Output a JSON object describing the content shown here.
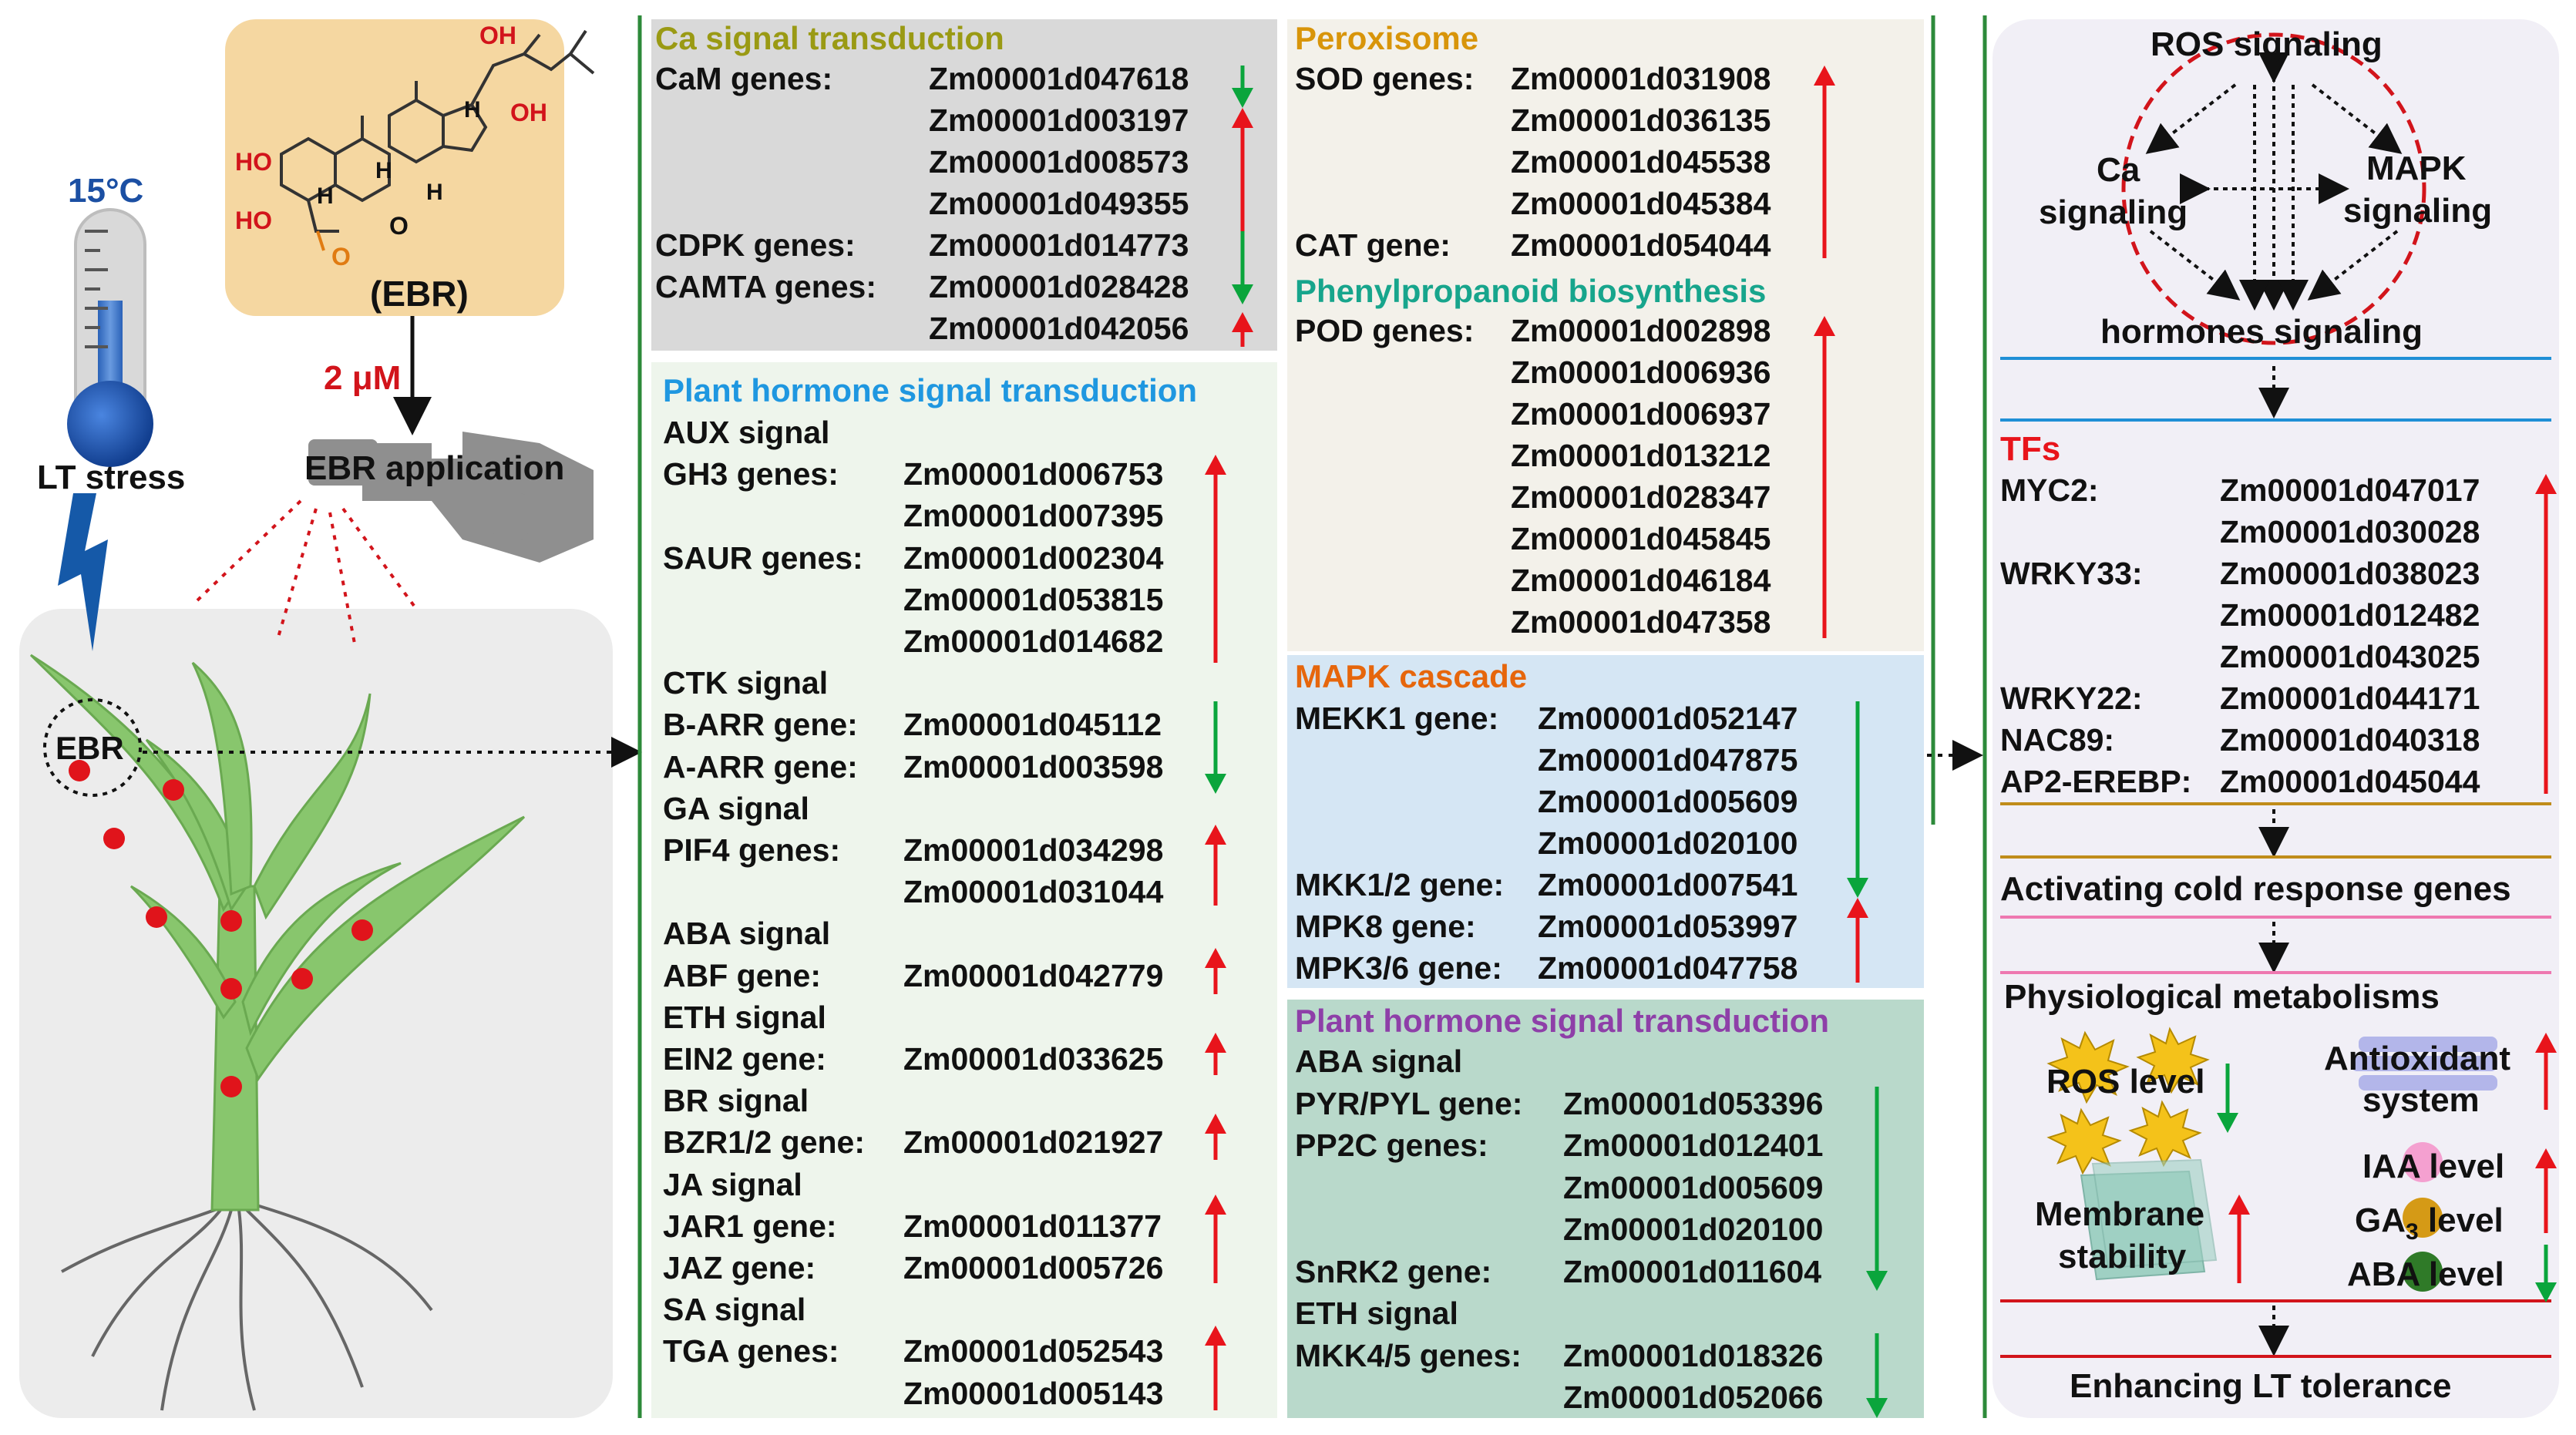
{
  "colors": {
    "up": "#e8141b",
    "down": "#0aa53c",
    "ca_title": "#9a9a14",
    "plant_hormone_1": "#1f97e0",
    "peroxisome": "#d8950a",
    "phenylpropanoid": "#17a58c",
    "mapk": "#e6660c",
    "plant_hormone_2": "#8e3fa8",
    "tfs": "#e8141b",
    "temp": "#1b4fa3",
    "ebr_dose": "#d2141b"
  },
  "left": {
    "temperature": "15°C",
    "lt_stress": "LT stress",
    "ebr_name": "(EBR)",
    "dose": "2 μM",
    "application": "EBR application",
    "leaf_label": "EBR",
    "molecule": {
      "oh1": "OH",
      "oh2": "OH",
      "ho1": "HO",
      "ho2": "HO",
      "h1": "H",
      "h2": "H",
      "h3": "H",
      "h4": "H",
      "o1": "O",
      "o2": "O"
    }
  },
  "col2": {
    "ca": {
      "title": "Ca signal transduction",
      "rows": [
        {
          "name": "CaM genes:",
          "id": "Zm00001d047618"
        },
        {
          "name": "",
          "id": "Zm00001d003197"
        },
        {
          "name": "",
          "id": "Zm00001d008573"
        },
        {
          "name": "",
          "id": "Zm00001d049355"
        },
        {
          "name": "CDPK genes:",
          "id": "Zm00001d014773"
        },
        {
          "name": "CAMTA genes:",
          "id": "Zm00001d028428"
        },
        {
          "name": "",
          "id": "Zm00001d042056"
        }
      ]
    },
    "ph": {
      "title": "Plant hormone signal transduction",
      "rows": [
        {
          "name": "AUX signal",
          "id": ""
        },
        {
          "name": "GH3 genes:",
          "id": "Zm00001d006753"
        },
        {
          "name": "",
          "id": "Zm00001d007395"
        },
        {
          "name": "SAUR genes:",
          "id": "Zm00001d002304"
        },
        {
          "name": "",
          "id": "Zm00001d053815"
        },
        {
          "name": "",
          "id": "Zm00001d014682"
        },
        {
          "name": "CTK signal",
          "id": ""
        },
        {
          "name": "B-ARR gene:",
          "id": "Zm00001d045112"
        },
        {
          "name": "A-ARR gene:",
          "id": "Zm00001d003598"
        },
        {
          "name": "GA signal",
          "id": ""
        },
        {
          "name": "PIF4 genes:",
          "id": "Zm00001d034298"
        },
        {
          "name": "",
          "id": "Zm00001d031044"
        },
        {
          "name": "ABA signal",
          "id": ""
        },
        {
          "name": "ABF gene:",
          "id": "Zm00001d042779"
        },
        {
          "name": "ETH signal",
          "id": ""
        },
        {
          "name": "EIN2 gene:",
          "id": "Zm00001d033625"
        },
        {
          "name": "BR signal",
          "id": ""
        },
        {
          "name": "BZR1/2 gene:",
          "id": "Zm00001d021927"
        },
        {
          "name": "JA signal",
          "id": ""
        },
        {
          "name": "JAR1 gene:",
          "id": "Zm00001d011377"
        },
        {
          "name": "JAZ gene:",
          "id": "Zm00001d005726"
        },
        {
          "name": "SA signal",
          "id": ""
        },
        {
          "name": "TGA genes:",
          "id": "Zm00001d052543"
        },
        {
          "name": "",
          "id": "Zm00001d005143"
        }
      ]
    }
  },
  "col3": {
    "perox": {
      "title": "Peroxisome",
      "rows": [
        {
          "name": "SOD genes:",
          "id": "Zm00001d031908"
        },
        {
          "name": "",
          "id": "Zm00001d036135"
        },
        {
          "name": "",
          "id": "Zm00001d045538"
        },
        {
          "name": "",
          "id": "Zm00001d045384"
        },
        {
          "name": "CAT gene:",
          "id": "Zm00001d054044"
        }
      ]
    },
    "phenyl": {
      "title": "Phenylpropanoid biosynthesis",
      "rows": [
        {
          "name": "POD genes:",
          "id": "Zm00001d002898"
        },
        {
          "name": "",
          "id": "Zm00001d006936"
        },
        {
          "name": "",
          "id": "Zm00001d006937"
        },
        {
          "name": "",
          "id": "Zm00001d013212"
        },
        {
          "name": "",
          "id": "Zm00001d028347"
        },
        {
          "name": "",
          "id": "Zm00001d045845"
        },
        {
          "name": "",
          "id": "Zm00001d046184"
        },
        {
          "name": "",
          "id": "Zm00001d047358"
        }
      ]
    },
    "mapk": {
      "title": "MAPK cascade",
      "rows": [
        {
          "name": "MEKK1 gene:",
          "id": "Zm00001d052147"
        },
        {
          "name": "",
          "id": "Zm00001d047875"
        },
        {
          "name": "",
          "id": "Zm00001d005609"
        },
        {
          "name": "",
          "id": "Zm00001d020100"
        },
        {
          "name": "MKK1/2 gene:",
          "id": "Zm00001d007541"
        },
        {
          "name": "MPK8 gene:",
          "id": "Zm00001d053997"
        },
        {
          "name": "MPK3/6 gene:",
          "id": "Zm00001d047758"
        }
      ]
    },
    "ph2": {
      "title": "Plant hormone signal transduction",
      "rows": [
        {
          "name": "ABA signal",
          "id": ""
        },
        {
          "name": "PYR/PYL gene:",
          "id": "Zm00001d053396"
        },
        {
          "name": "PP2C genes:",
          "id": "Zm00001d012401"
        },
        {
          "name": "",
          "id": "Zm00001d005609"
        },
        {
          "name": "",
          "id": "Zm00001d020100"
        },
        {
          "name": "SnRK2 gene:",
          "id": "Zm00001d011604"
        },
        {
          "name": "ETH signal",
          "id": ""
        },
        {
          "name": "MKK4/5 genes:",
          "id": "Zm00001d018326"
        },
        {
          "name": "",
          "id": "Zm00001d052066"
        }
      ]
    }
  },
  "col4": {
    "ros": "ROS signaling",
    "ca_a": "Ca",
    "ca_b": "signaling",
    "mapk_a": "MAPK",
    "mapk_b": "signaling",
    "hormones": "hormones signaling",
    "tfs_title": "TFs",
    "tfs": [
      {
        "name": "MYC2:",
        "id": "Zm00001d047017"
      },
      {
        "name": "",
        "id": "Zm00001d030028"
      },
      {
        "name": "WRKY33:",
        "id": "Zm00001d038023"
      },
      {
        "name": "",
        "id": "Zm00001d012482"
      },
      {
        "name": "",
        "id": "Zm00001d043025"
      },
      {
        "name": "WRKY22:",
        "id": "Zm00001d044171"
      },
      {
        "name": "NAC89:",
        "id": "Zm00001d040318"
      },
      {
        "name": "AP2-EREBP:",
        "id": "Zm00001d045044"
      }
    ],
    "activating": "Activating cold response genes",
    "physio": "Physiological metabolisms",
    "ros_level": "ROS level",
    "antiox_a": "Antioxidant",
    "antiox_b": "system",
    "iaa": "IAA level",
    "ga_a": "GA",
    "ga_sub": "3",
    "ga_b": " level",
    "aba": "ABA level",
    "membrane_a": "Membrane",
    "membrane_b": "stability",
    "enhancing": "Enhancing LT tolerance"
  }
}
